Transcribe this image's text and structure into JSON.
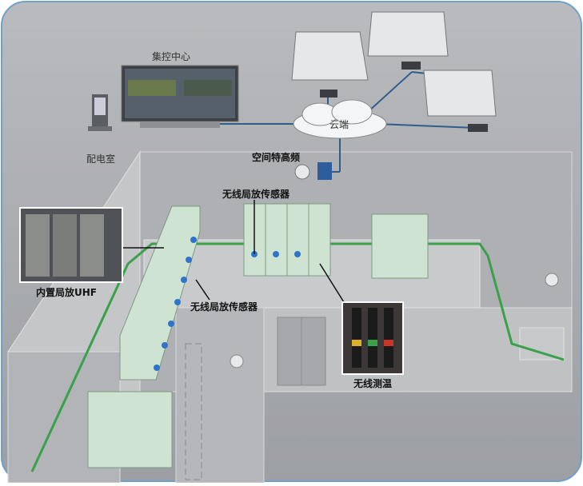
{
  "labels": {
    "control_center": "集控中心",
    "distribution_room": "配电室",
    "cloud": "云端",
    "spatial_uhf": "空间特高频",
    "wireless_pd_sensor_top": "无线局放传感器",
    "wireless_pd_sensor_left": "无线局放传感器",
    "builtin_uhf": "内置局放UHF",
    "wireless_temp": "无线测温"
  },
  "colors": {
    "background": "#a9abae",
    "floor": "#b8babc",
    "cable_green": "#3aa04a",
    "network_blue": "#2f5e8e",
    "equipment": "#cfe3d2"
  }
}
